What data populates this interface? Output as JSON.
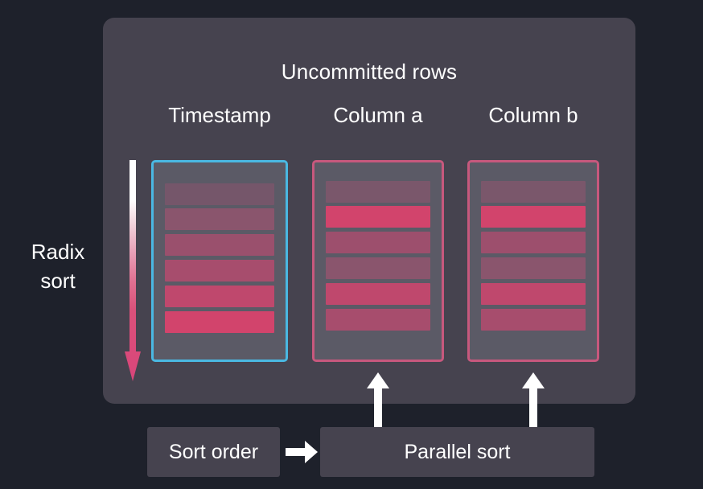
{
  "colors": {
    "background": "#1e212b",
    "panel": "#46434f",
    "column_body": "#5b5a66",
    "accent_cyan": "#4ab8e2",
    "accent_pink": "#c7587d",
    "arrow_white": "#ffffff",
    "gradient_bright": "#d2446c",
    "gradient_dark": "#75566a",
    "text": "#ffffff"
  },
  "panel": {
    "title": "Uncommitted rows"
  },
  "radix": {
    "label_line1": "Radix",
    "label_line2": "sort",
    "arrow_name": "gradient-down-arrow",
    "arrow_direction": "down"
  },
  "columns": [
    {
      "id": "timestamp",
      "header": "Timestamp",
      "accent": "cyan",
      "sorted": true,
      "cells": [
        "#75566a",
        "#8a556d",
        "#9a506d",
        "#a74d6d",
        "#bf486d",
        "#d2446c"
      ]
    },
    {
      "id": "column-a",
      "header": "Column a",
      "accent": "pink",
      "sorted": false,
      "cells": [
        "#7a576b",
        "#d2446c",
        "#9d4f6d",
        "#8a556d",
        "#bf486d",
        "#a74d6d"
      ]
    },
    {
      "id": "column-b",
      "header": "Column b",
      "accent": "pink",
      "sorted": false,
      "cells": [
        "#7a576b",
        "#d2446c",
        "#9d4f6d",
        "#8a556d",
        "#bf486d",
        "#a74d6d"
      ]
    }
  ],
  "bottom": {
    "sort_order_label": "Sort order",
    "parallel_sort_label": "Parallel sort",
    "flow_arrow_name": "right-arrow",
    "feed_arrow_a_name": "up-arrow-column-a",
    "feed_arrow_b_name": "up-arrow-column-b"
  }
}
